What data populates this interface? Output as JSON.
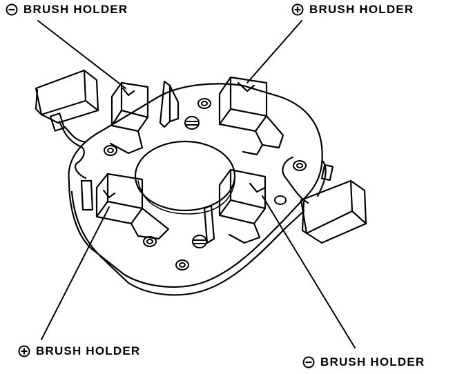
{
  "callouts": {
    "top_left": {
      "symbol": "minus-circle-icon",
      "label": "BRUSH HOLDER"
    },
    "top_right": {
      "symbol": "plus-circle-icon",
      "label": "BRUSH HOLDER"
    },
    "bottom_left": {
      "symbol": "plus-circle-icon",
      "label": "BRUSH HOLDER"
    },
    "bottom_right": {
      "symbol": "minus-circle-icon",
      "label": "BRUSH HOLDER"
    }
  },
  "colors": {
    "ink": "#000000",
    "paper": "#ffffff"
  }
}
